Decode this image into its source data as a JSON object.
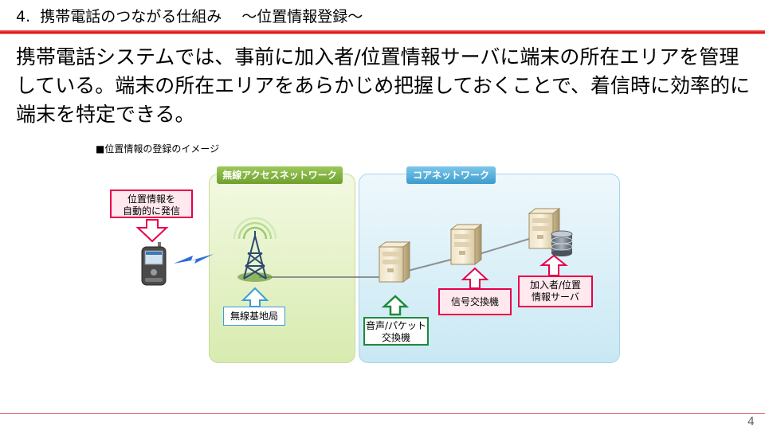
{
  "slide": {
    "title": "4.  携帯電話のつながる仕組み　 ～位置情報登録～",
    "body": "携帯電話システムでは、事前に加入者/位置情報サーバに端末の所在エリアを管理している。端末の所在エリアをあらかじめ把握しておくことで、着信時に効率的に端末を特定できる。",
    "page_number": "4"
  },
  "diagram": {
    "caption": "■位置情報の登録のイメージ",
    "regions": {
      "wireless": "無線アクセスネットワーク",
      "core": "コアネットワーク"
    },
    "labels": {
      "auto_send_line1": "位置情報を",
      "auto_send_line2": "自動的に発信",
      "base_station": "無線基地局",
      "voice_packet_line1": "音声/パケット",
      "voice_packet_line2": "交換機",
      "signal_switch": "信号交換機",
      "subscriber_line1": "加入者/位置",
      "subscriber_line2": "情報サーバ"
    },
    "icons": [
      "mobile-phone-icon",
      "base-station-tower-icon",
      "server-icon",
      "database-icon",
      "lightning-signal-icon"
    ],
    "colors": {
      "title_rule": "#e00000",
      "wireless_region": "#d8ebb0",
      "core_region": "#c9e8f4",
      "pink_label_border": "#e8004a",
      "green_label_border": "#1e8a3c",
      "blue_label_border": "#3b9ed8"
    }
  }
}
